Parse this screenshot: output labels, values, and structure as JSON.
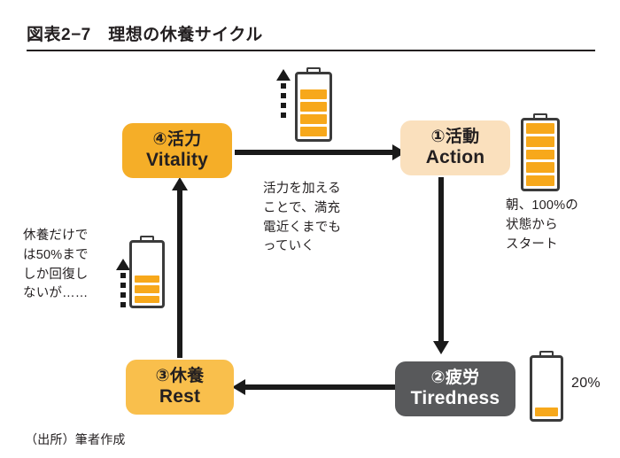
{
  "figure": {
    "title": "図表2−7　理想の休養サイクル",
    "source_note": "（出所）筆者作成"
  },
  "colors": {
    "vitality_box": "#f5ae28",
    "action_box": "#fae0bd",
    "rest_box": "#f9bf4c",
    "tiredness_box": "#58595b",
    "battery_fill": "#f7a81b",
    "battery_outline": "#3b3b3b",
    "arrow": "#1a1a1a",
    "text": "#231f20"
  },
  "nodes": [
    {
      "id": "vitality",
      "number_jp": "④活力",
      "english": "Vitality"
    },
    {
      "id": "action",
      "number_jp": "①活動",
      "english": "Action"
    },
    {
      "id": "tiredness",
      "number_jp": "②疲労",
      "english": "Tiredness"
    },
    {
      "id": "rest",
      "number_jp": "③休養",
      "english": "Rest"
    }
  ],
  "annotations": {
    "center": "活力を加える\nことで、満充\n電近くまでも\nっていく",
    "left": "休養だけで\nは50%まで\nしか回復し\nないが……",
    "right": "朝、100%の\n状態から\nスタート",
    "tiredness_percent": "20%"
  },
  "batteries": [
    {
      "id": "battery-action",
      "cells_total": 5,
      "cells_filled": 5,
      "level_label": "100%"
    },
    {
      "id": "battery-full",
      "cells_total": 5,
      "cells_filled": 4,
      "level_label": ""
    },
    {
      "id": "battery-half",
      "cells_total": 6,
      "cells_filled": 3,
      "level_label": "50%"
    },
    {
      "id": "battery-tired",
      "cells_total": 5,
      "cells_filled": 1,
      "level_label": "20%"
    }
  ],
  "arrows": [
    {
      "id": "vitality-to-action",
      "direction": "right",
      "style": "solid"
    },
    {
      "id": "action-to-tiredness",
      "direction": "down",
      "style": "solid"
    },
    {
      "id": "tiredness-to-rest",
      "direction": "left",
      "style": "solid"
    },
    {
      "id": "rest-to-vitality",
      "direction": "up",
      "style": "solid"
    },
    {
      "id": "charge-up-top",
      "direction": "up",
      "style": "dashed"
    },
    {
      "id": "charge-up-left",
      "direction": "up",
      "style": "dashed"
    }
  ]
}
